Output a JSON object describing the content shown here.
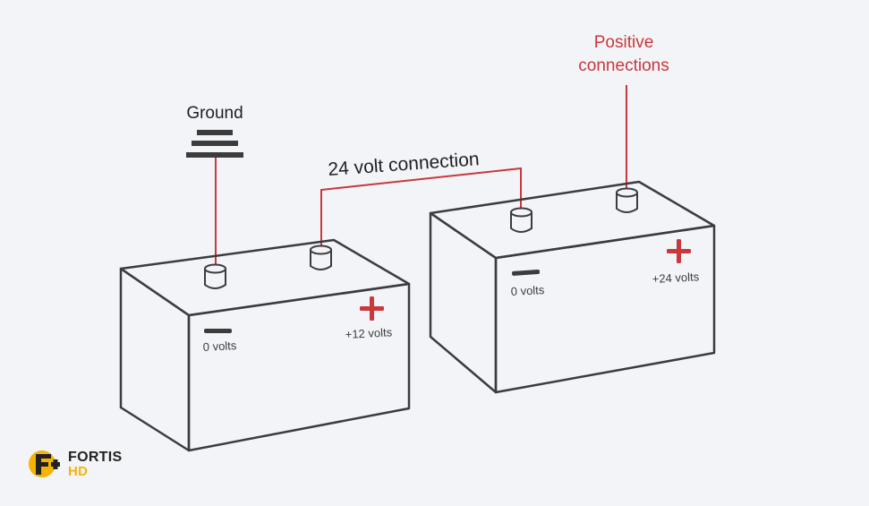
{
  "labels": {
    "ground": "Ground",
    "connection": "24 volt connection",
    "positive_line1": "Positive",
    "positive_line2": "connections"
  },
  "battery_left": {
    "neg_label": "0 volts",
    "pos_label": "+12 volts"
  },
  "battery_right": {
    "neg_label": "0 volts",
    "pos_label": "+24 volts"
  },
  "logo": {
    "word1": "FORTIS",
    "word2": "HD"
  },
  "colors": {
    "background": "#f3f4f7",
    "outline": "#3c3c3f",
    "wire": "#c8383d",
    "plus": "#c8383d",
    "brand_accent": "#f5b400",
    "brand_dark": "#222222"
  }
}
